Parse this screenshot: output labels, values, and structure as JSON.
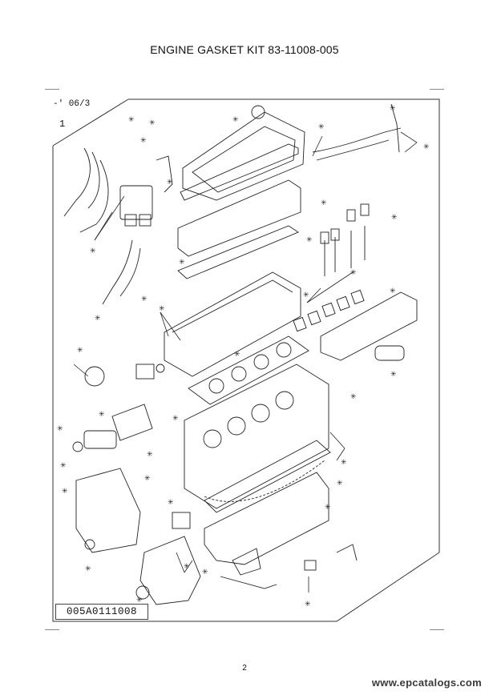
{
  "page": {
    "title": "ENGINE GASKET KIT  83-11008-005",
    "revision_mark": "-' 06/3",
    "item_number": "1",
    "figure_id": "005A0111008",
    "page_number": "2",
    "watermark": "www.epcatalogs.com"
  },
  "drawing": {
    "description_icon": "exploded-engine-drawing",
    "marker_symbol": "✳"
  }
}
